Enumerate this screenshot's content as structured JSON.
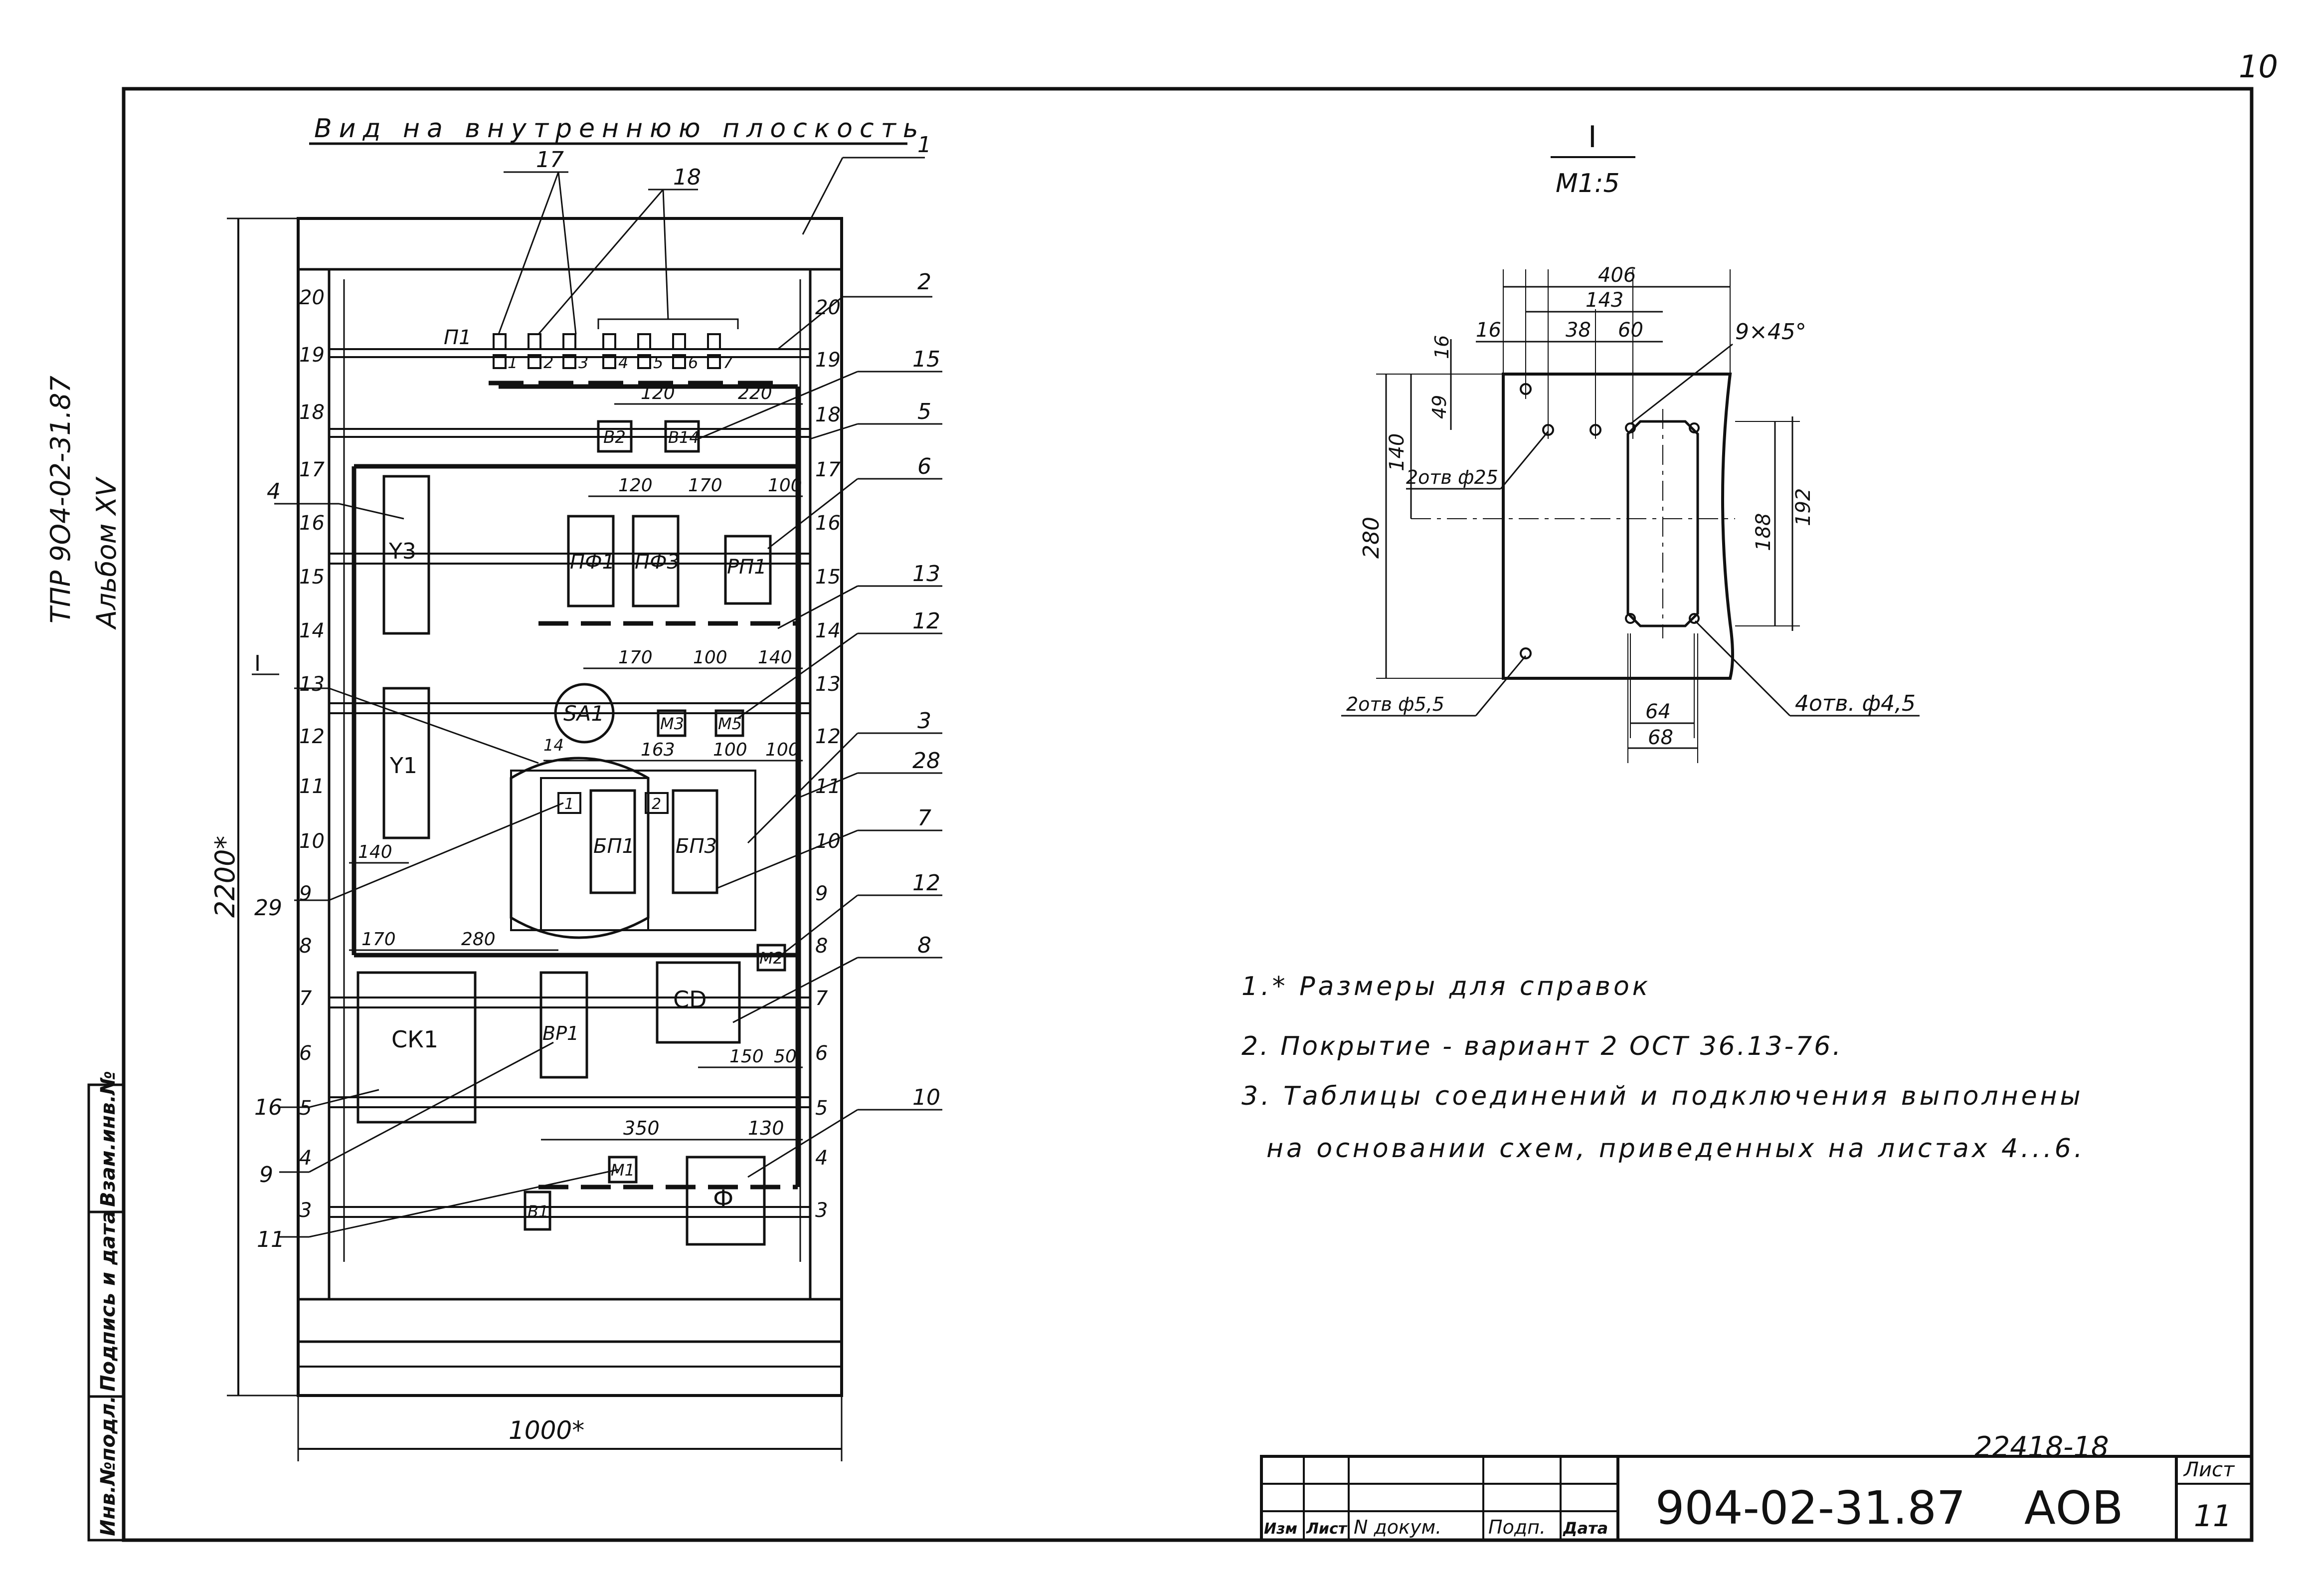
{
  "page_number": "10",
  "side_stamp": {
    "line1": "ТПР 9О4-02-31.87",
    "line2": "Альбом XV"
  },
  "left_strip": {
    "cells": [
      "Инв.№подл.",
      "Подпись и дата",
      "Взам.инв.№"
    ]
  },
  "main_view": {
    "title": "Вид на внутреннюю плоскость",
    "height_dim": "2200*",
    "width_dim": "1000*",
    "section_mark": "I",
    "scale_numbers": [
      "20",
      "19",
      "18",
      "17",
      "16",
      "15",
      "14",
      "13",
      "12",
      "11",
      "10",
      "9",
      "8",
      "7",
      "6",
      "5",
      "4",
      "3"
    ],
    "terminals": {
      "label": "П1",
      "numbers": [
        "1",
        "2",
        "3",
        "4",
        "5",
        "6",
        "7"
      ]
    },
    "components": {
      "B2": "В2",
      "B14": "В14",
      "Y3": "Y3",
      "PF1": "ПФ1",
      "PF3": "ПФ3",
      "RP1": "РП1",
      "SA1": "SA1",
      "M3": "М3",
      "M5": "М5",
      "Y1": "Y1",
      "BP1": "БП1",
      "BP3": "БП3",
      "BS1": "1",
      "BS2": "2",
      "M2": "М2",
      "CK1": "СК1",
      "VR1": "ВР1",
      "CD": "СD",
      "M1": "М1",
      "B1": "В1",
      "F": "Ф"
    },
    "dimensions": {
      "d120a": "120",
      "d220": "220",
      "d120b": "120",
      "d170a": "170",
      "d100a": "100",
      "d170b": "170",
      "d100b": "100",
      "d140a": "140",
      "d14": "14",
      "d163": "163",
      "d100c": "100",
      "d100d": "100",
      "d140b": "140",
      "d170c": "170",
      "d280": "280",
      "d150": "150",
      "d50": "50",
      "d350": "350",
      "d130": "130"
    },
    "callouts": {
      "c1": "1",
      "c2": "2",
      "c15": "15",
      "c5": "5",
      "c6": "6",
      "c13": "13",
      "c12a": "12",
      "c3": "3",
      "c28": "28",
      "c7": "7",
      "c12b": "12",
      "c8": "8",
      "c10": "10",
      "c17": "17",
      "c18": "18",
      "c4": "4",
      "c29": "29",
      "c16": "16",
      "c9": "9",
      "c11": "11"
    }
  },
  "detail": {
    "mark": "I",
    "scale": "М1:5",
    "dims": {
      "w406": "406",
      "w143": "143",
      "w16": "16",
      "w38": "38",
      "w60": "60",
      "h16": "16",
      "h49": "49",
      "h140": "140",
      "h280": "280",
      "h188": "188",
      "h192": "192",
      "w64": "64",
      "w68": "68"
    },
    "labels": {
      "chamfer": "9×45°",
      "holes25": "2отв ф25",
      "holes55": "2отв ф5,5",
      "holes45": "4отв. ф4,5"
    }
  },
  "notes": [
    "1.* Размеры для справок",
    "2. Покрытие - вариант 2      ОСТ 36.13-76.",
    "3. Таблицы соединений и подключения выполнены",
    "на основании схем, приведенных на листах 4...6."
  ],
  "title_block": {
    "inventory": "22418-18",
    "code": "904-02-31.87",
    "mark": "АОВ",
    "sheet_label": "Лист",
    "sheet_number": "11",
    "headers": [
      "Изм",
      "Лист",
      "N докум.",
      "Подп.",
      "Дата"
    ]
  }
}
